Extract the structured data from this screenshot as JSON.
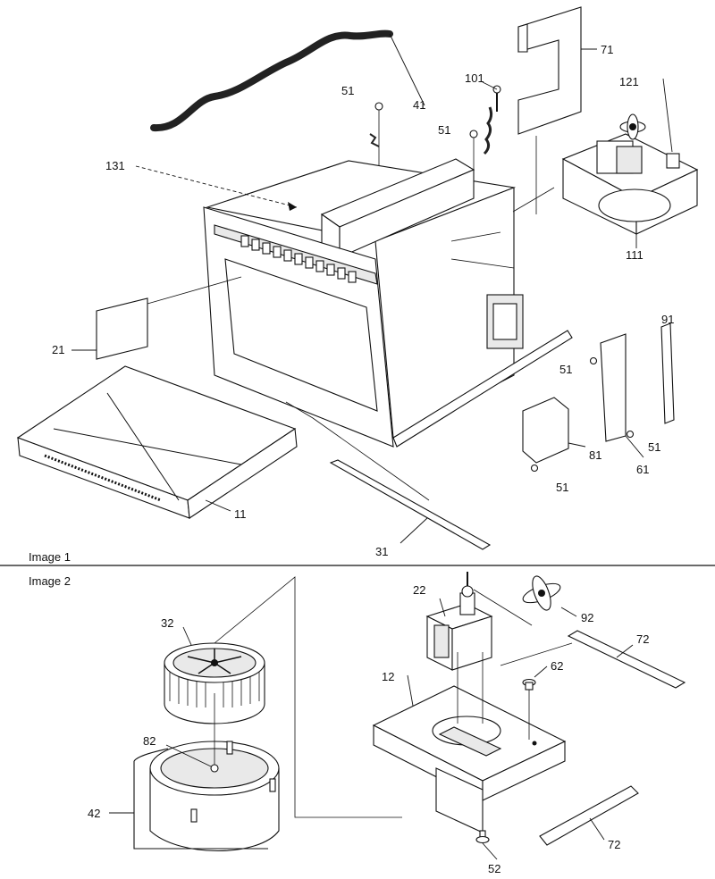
{
  "sections": [
    {
      "title": "Image 1"
    },
    {
      "title": "Image 2"
    }
  ],
  "callouts": {
    "c101": "101",
    "c51a": "51",
    "c41": "41",
    "c71": "71",
    "c121": "121",
    "c51b": "51",
    "c131": "131",
    "c111": "111",
    "c21": "21",
    "c91": "91",
    "c51c": "51",
    "c51d": "51",
    "c81": "81",
    "c61": "61",
    "c51e": "51",
    "c11": "11",
    "c31": "31",
    "c22": "22",
    "c92": "92",
    "c32": "32",
    "c72a": "72",
    "c62": "62",
    "c12": "12",
    "c82": "82",
    "c42": "42",
    "c72b": "72",
    "c52": "52"
  }
}
